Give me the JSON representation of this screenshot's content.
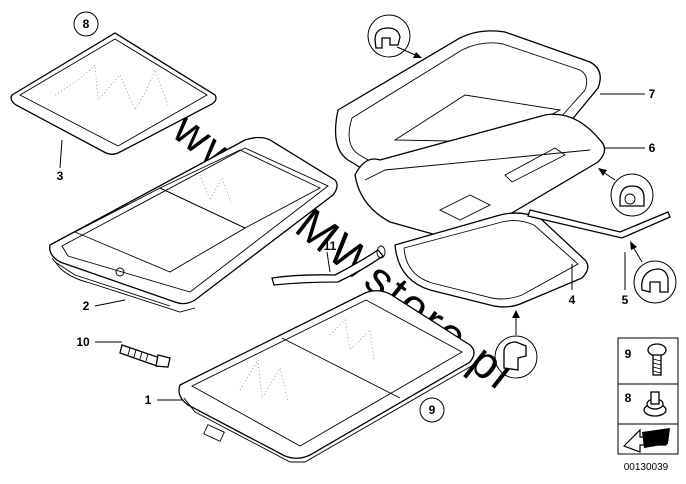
{
  "watermark": "www.BMWstore.pl",
  "catalog_number": "00130039",
  "callouts": {
    "c1": "1",
    "c2": "2",
    "c3": "3",
    "c4": "4",
    "c5": "5",
    "c6": "6",
    "c7": "7",
    "c8": "8",
    "c9": "9",
    "c10": "10",
    "c11": "11"
  },
  "legend": {
    "screw": "9",
    "nut": "8"
  }
}
